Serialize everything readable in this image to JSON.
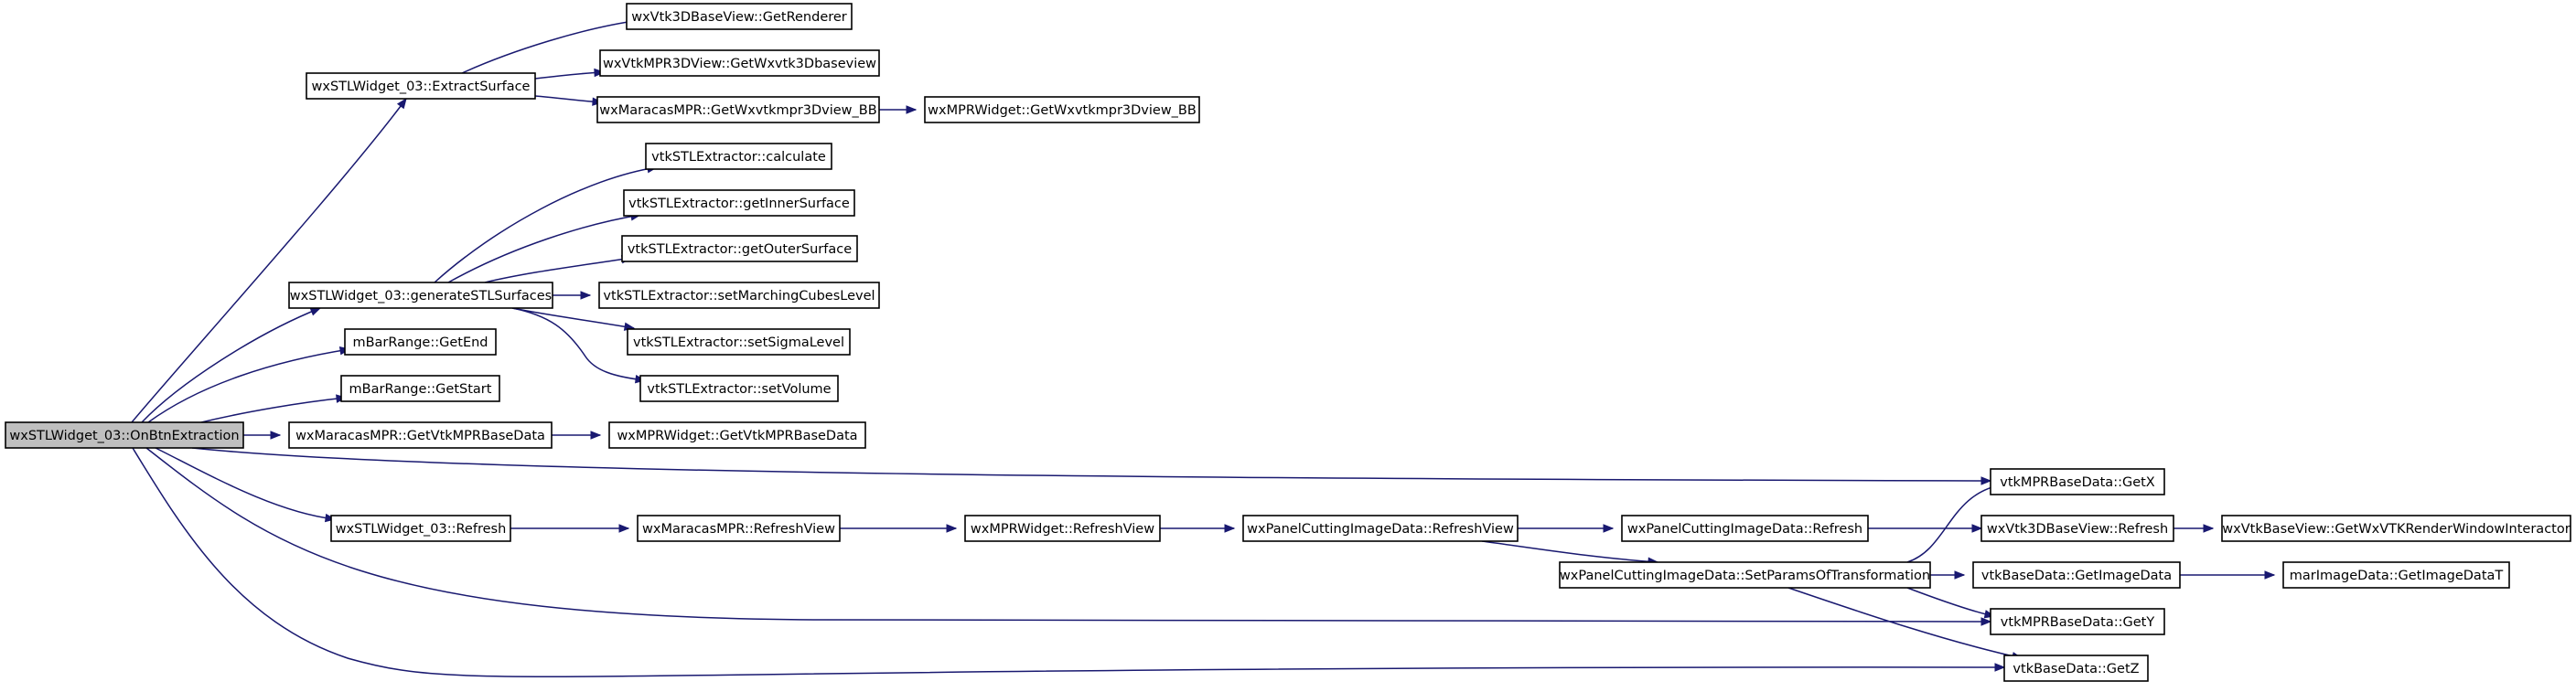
{
  "diagram": {
    "type": "call-graph",
    "colors": {
      "edge": "#191970",
      "node_border": "#000000",
      "node_fill": "#ffffff",
      "root_fill": "#bfbfbf"
    },
    "nodes": {
      "onbtnextraction": "wxSTLWidget_03::OnBtnExtraction",
      "extractsurface": "wxSTLWidget_03::ExtractSurface",
      "generatestlsurfaces": "wxSTLWidget_03::generateSTLSurfaces",
      "getend": "mBarRange::GetEnd",
      "getstart": "mBarRange::GetStart",
      "getvtkmprbasedata": "wxMaracasMPR::GetVtkMPRBaseData",
      "getvtkmprbasedata2": "wxMPRWidget::GetVtkMPRBaseData",
      "getrenderer": "wxVtk3DBaseView::GetRenderer",
      "getwxvtk3dbaseview": "wxVtkMPR3DView::GetWxvtk3Dbaseview",
      "getwxvtkmpr3dview_bb": "wxMaracasMPR::GetWxvtkmpr3Dview_BB",
      "getwxvtkmpr3dview_bb2": "wxMPRWidget::GetWxvtkmpr3Dview_BB",
      "calculate": "vtkSTLExtractor::calculate",
      "getinnersurface": "vtkSTLExtractor::getInnerSurface",
      "getoutersurface": "vtkSTLExtractor::getOuterSurface",
      "setmarchingcubeslevel": "vtkSTLExtractor::setMarchingCubesLevel",
      "setsigmalevel": "vtkSTLExtractor::setSigmaLevel",
      "setvolume": "vtkSTLExtractor::setVolume",
      "refresh_stl": "wxSTLWidget_03::Refresh",
      "refreshview_maracas": "wxMaracasMPR::RefreshView",
      "refreshview_mpr": "wxMPRWidget::RefreshView",
      "refreshview_panel": "wxPanelCuttingImageData::RefreshView",
      "refresh_panel": "wxPanelCuttingImageData::Refresh",
      "setparams": "wxPanelCuttingImageData::SetParamsOfTransformation",
      "getx": "vtkMPRBaseData::GetX",
      "gety": "vtkMPRBaseData::GetY",
      "getz": "vtkBaseData::GetZ",
      "refresh_vtk3d": "wxVtk3DBaseView::Refresh",
      "getwxvtkrenderwindowinteractor": "wxVtkBaseView::GetWxVTKRenderWindowInteractor",
      "getimagedata": "vtkBaseData::GetImageData",
      "getimagedatat": "marImageData::GetImageDataT"
    },
    "edges": [
      [
        "onbtnextraction",
        "extractsurface"
      ],
      [
        "onbtnextraction",
        "generatestlsurfaces"
      ],
      [
        "onbtnextraction",
        "getend"
      ],
      [
        "onbtnextraction",
        "getstart"
      ],
      [
        "onbtnextraction",
        "getvtkmprbasedata"
      ],
      [
        "onbtnextraction",
        "getx"
      ],
      [
        "onbtnextraction",
        "refresh_stl"
      ],
      [
        "onbtnextraction",
        "gety"
      ],
      [
        "onbtnextraction",
        "getz"
      ],
      [
        "extractsurface",
        "getrenderer"
      ],
      [
        "extractsurface",
        "getwxvtk3dbaseview"
      ],
      [
        "extractsurface",
        "getwxvtkmpr3dview_bb"
      ],
      [
        "getwxvtkmpr3dview_bb",
        "getwxvtkmpr3dview_bb2"
      ],
      [
        "generatestlsurfaces",
        "calculate"
      ],
      [
        "generatestlsurfaces",
        "getinnersurface"
      ],
      [
        "generatestlsurfaces",
        "getoutersurface"
      ],
      [
        "generatestlsurfaces",
        "setmarchingcubeslevel"
      ],
      [
        "generatestlsurfaces",
        "setsigmalevel"
      ],
      [
        "generatestlsurfaces",
        "setvolume"
      ],
      [
        "getvtkmprbasedata",
        "getvtkmprbasedata2"
      ],
      [
        "refresh_stl",
        "refreshview_maracas"
      ],
      [
        "refreshview_maracas",
        "refreshview_mpr"
      ],
      [
        "refreshview_mpr",
        "refreshview_panel"
      ],
      [
        "refreshview_panel",
        "refresh_panel"
      ],
      [
        "refreshview_panel",
        "setparams"
      ],
      [
        "refresh_panel",
        "refresh_vtk3d"
      ],
      [
        "refresh_vtk3d",
        "getwxvtkrenderwindowinteractor"
      ],
      [
        "setparams",
        "getx"
      ],
      [
        "setparams",
        "getimagedata"
      ],
      [
        "setparams",
        "gety"
      ],
      [
        "setparams",
        "getz"
      ],
      [
        "getimagedata",
        "getimagedatat"
      ]
    ]
  }
}
